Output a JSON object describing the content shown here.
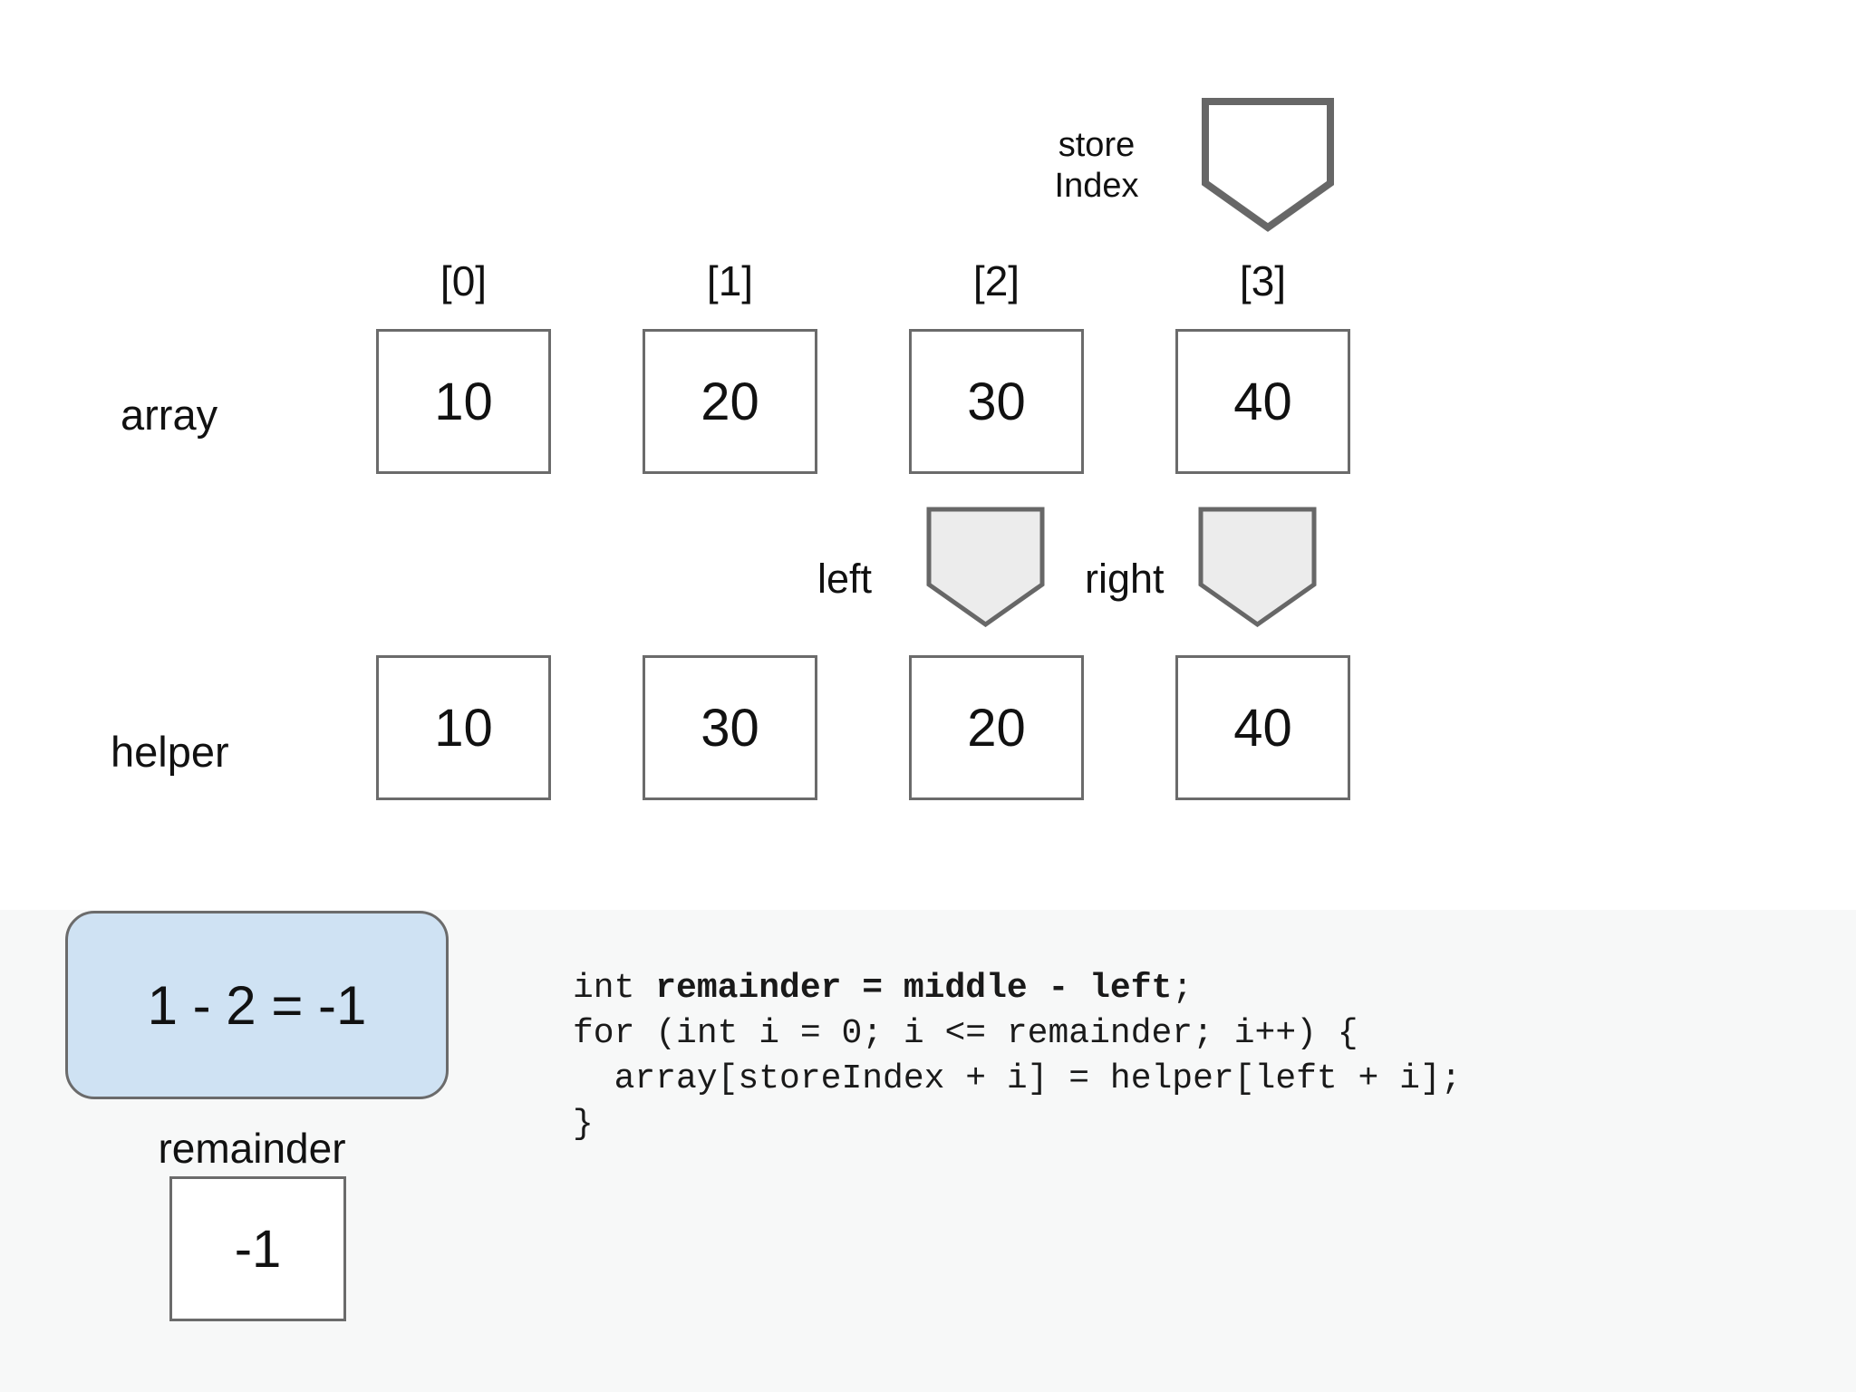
{
  "colors": {
    "border_gray": "#6b6b6b",
    "pointer_stroke": "#676767",
    "pointer_fill_light": "#ececec",
    "pointer_fill_white": "#ffffff",
    "highlight_blue_fill": "#cfe2f3",
    "band_gray": "#f7f8f8",
    "text_black": "#111111"
  },
  "pointers": {
    "store_label_line1": "store",
    "store_label_line2": "Index",
    "left_label": "left",
    "right_label": "right"
  },
  "indices": [
    "[0]",
    "[1]",
    "[2]",
    "[3]"
  ],
  "array_row": {
    "label": "array",
    "values": [
      "10",
      "20",
      "30",
      "40"
    ]
  },
  "helper_row": {
    "label": "helper",
    "values": [
      "10",
      "30",
      "20",
      "40"
    ]
  },
  "calculation": {
    "expression": "1 - 2 = -1"
  },
  "remainder": {
    "label": "remainder",
    "value": "-1"
  },
  "code": {
    "line1_pre": "int ",
    "line1_bold": "remainder = middle - left",
    "line1_post": ";",
    "line2": "for (int i = 0; i <= remainder; i++) {",
    "line3": "  array[storeIndex + i] = helper[left + i];",
    "line4": "}"
  }
}
